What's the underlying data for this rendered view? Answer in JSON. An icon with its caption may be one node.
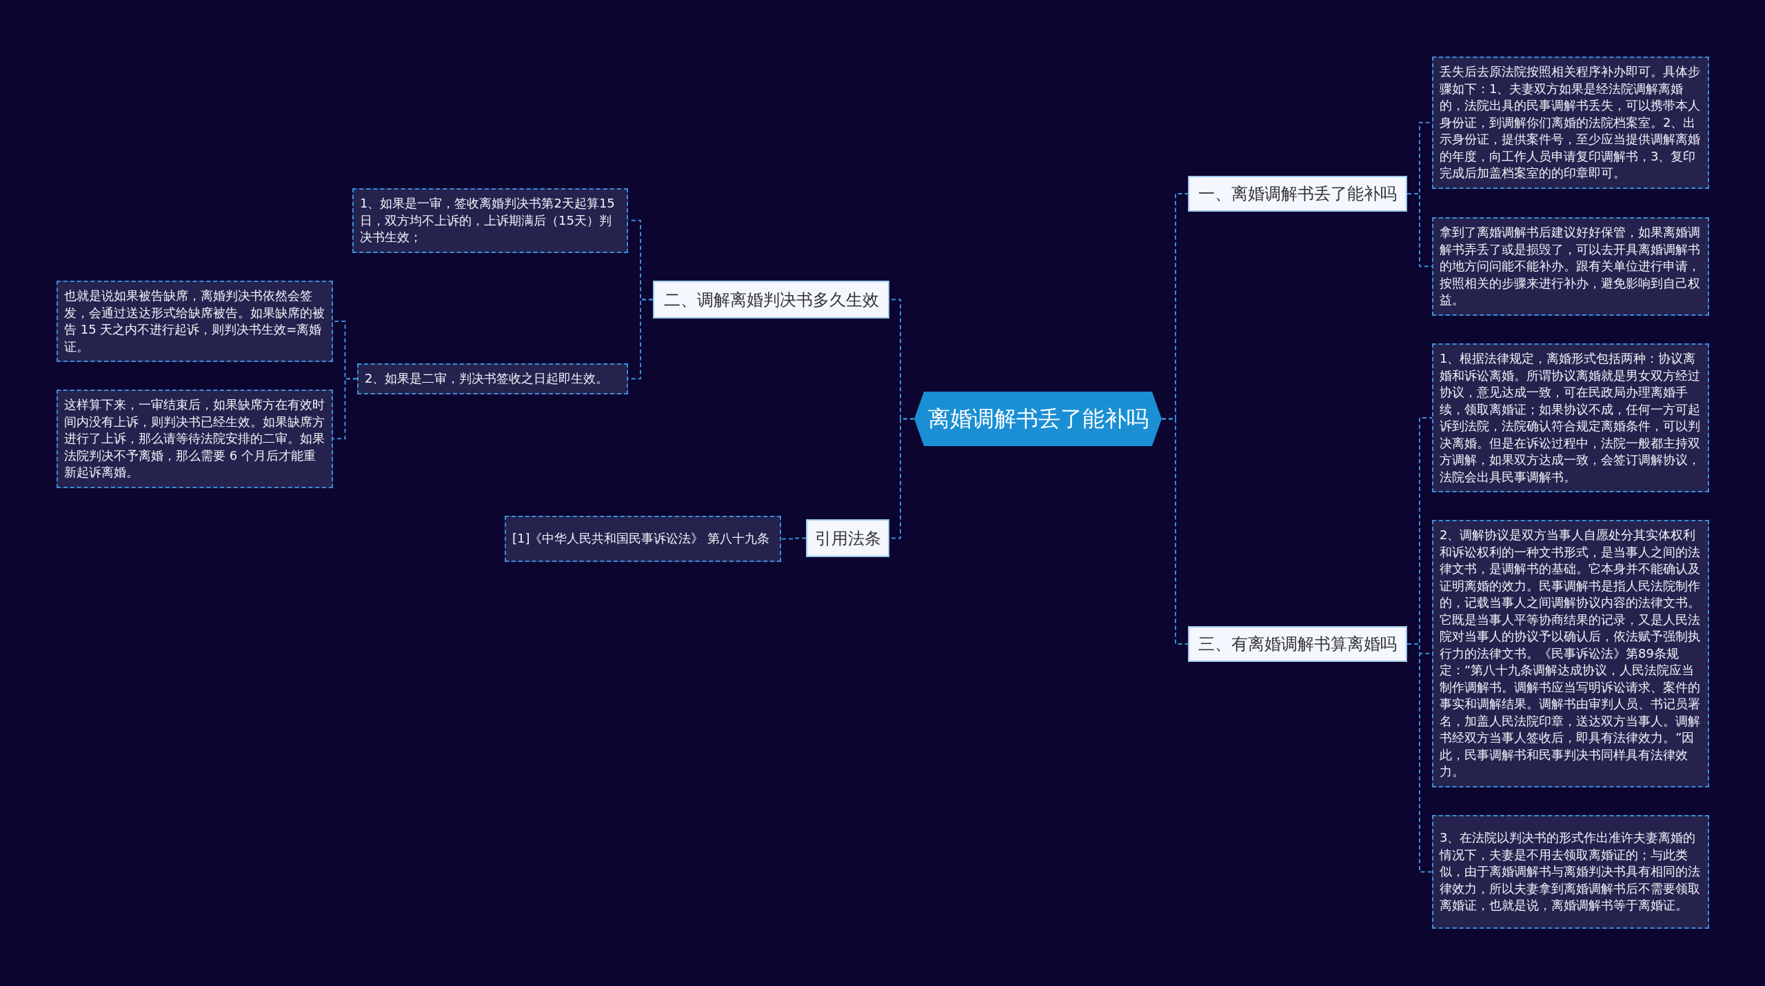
{
  "diagram": {
    "nodes": [
      {
        "text": [
          "离婚调解书丢了能补吗"
        ]
      },
      {
        "text": [
          "一、离婚调解书丢了能补吗"
        ]
      },
      {
        "text": [
          "三、有离婚调解书算离婚吗"
        ]
      },
      {
        "text": [
          "丢失后去原法院按照相关程序补办即可。具体步骤如下：1、夫妻双方如果是经法院调解离婚的，法院出具的民事调解书丢失，可以携带本人身份证，到调解你们离婚的法院档案室。2、出示身份证，提供案件号，至少应当提供调解离婚的年度，向工作人员申请复印调解书，3、复印完成后加盖档案室的的印章即可。"
        ]
      },
      {
        "text": [
          "拿到了离婚调解书后建议好好保管，如果离婚调解书弄丢了或是损毁了，可以去开具离婚调解书的地方问问能不能补办。跟有关单位进行申请，按照相关的步骤来进行补办，避免影响到自己权益。"
        ]
      },
      {
        "text": [
          "1、根据法律规定，离婚形式包括两种：协议离婚和诉讼离婚。所谓协议离婚就是男女双方经过协议，意见达成一致，可在民政局办理离婚手续，领取离婚证；如果协议不成，任何一方可起诉到法院，法院确认符合规定离婚条件，可以判决离婚。但是在诉讼过程中，法院一般都主持双方调解，如果双方达成一致，会签订调解协议，法院会出具民事调解书。"
        ]
      },
      {
        "text": [
          "2、调解协议是双方当事人自愿处分其实体权利和诉讼权利的一种文书形式，是当事人之间的法律文书，是调解书的基础。它本身并不能确认及证明离婚的效力。民事调解书是指人民法院制作的，记载当事人之间调解协议内容的法律文书。它既是当事人平等协商结果的记录，又是人民法院对当事人的协议予以确认后，依法赋予强制执行力的法律文书。《民事诉讼法》第89条规定：“第八十九条调解达成协议，人民法院应当制作调解书。调解书应当写明诉讼请求、案件的事实和调解结果。调解书由审判人员、书记员署名，加盖人民法院印章，送达双方当事人。调解书经双方当事人签收后，即具有法律效力。”因此，民事调解书和民事判决书同样具有法律效力。"
        ]
      },
      {
        "text": [
          "3、在法院以判决书的形式作出准许夫妻离婚的情况下，夫妻是不用去领取离婚证的；与此类似，由于离婚调解书与离婚判决书具有相同的法律效力，所以夫妻拿到离婚调解书后不需要领取离婚证，也就是说，离婚调解书等于离婚证。"
        ]
      },
      {
        "text": [
          "二、调解离婚判决书多久生效"
        ]
      },
      {
        "text": [
          "引用法条"
        ]
      },
      {
        "text": [
          "1、如果是一审，签收离婚判决书第2天起算15日，双方均不上诉的，上诉期满后（15天）判决书生效；"
        ]
      },
      {
        "text": [
          "2、如果是二审，判决书签收之日起即生效。"
        ]
      },
      {
        "text": [
          "也就是说如果被告缺席，离婚判决书依然会签发，会通过送达形式给缺席被告。如果缺席的被告 15 天之内不进行起诉，则判决书生效=离婚证。"
        ]
      },
      {
        "text": [
          "这样算下来，一审结束后，如果缺席方在有效时间内没有上诉，则判决书已经生效。如果缺席方进行了上诉，那么请等待法院安排的二审。如果法院判决不予离婚，那么需要 6 个月后才能重新起诉离婚。"
        ]
      },
      {
        "text": [
          "[1]《中华人民共和国民事诉讼法》 第八十九条"
        ]
      }
    ],
    "edges": [
      {
        "from": 0,
        "to": 1,
        "arrow": "none"
      },
      {
        "from": 0,
        "to": 2,
        "arrow": "none"
      },
      {
        "from": 0,
        "to": 8,
        "arrow": "none"
      },
      {
        "from": 0,
        "to": 9,
        "arrow": "none"
      },
      {
        "from": 1,
        "to": 3,
        "arrow": "none"
      },
      {
        "from": 1,
        "to": 4,
        "arrow": "none"
      },
      {
        "from": 2,
        "to": 5,
        "arrow": "none"
      },
      {
        "from": 2,
        "to": 6,
        "arrow": "none"
      },
      {
        "from": 2,
        "to": 7,
        "arrow": "none"
      },
      {
        "from": 8,
        "to": 10,
        "arrow": "none"
      },
      {
        "from": 8,
        "to": 11,
        "arrow": "none"
      },
      {
        "from": 11,
        "to": 12,
        "arrow": "none"
      },
      {
        "from": 11,
        "to": 13,
        "arrow": "none"
      },
      {
        "from": 9,
        "to": 14,
        "arrow": "none"
      }
    ]
  }
}
